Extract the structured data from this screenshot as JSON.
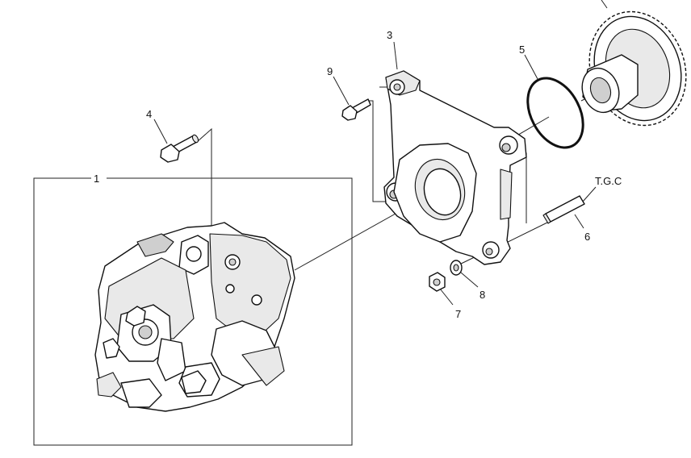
{
  "callouts": {
    "c1": "1",
    "c3": "3",
    "c4": "4",
    "c5": "5",
    "c6": "6",
    "c7": "7",
    "c8": "8",
    "c9": "9",
    "tgc": "T.G.C"
  }
}
